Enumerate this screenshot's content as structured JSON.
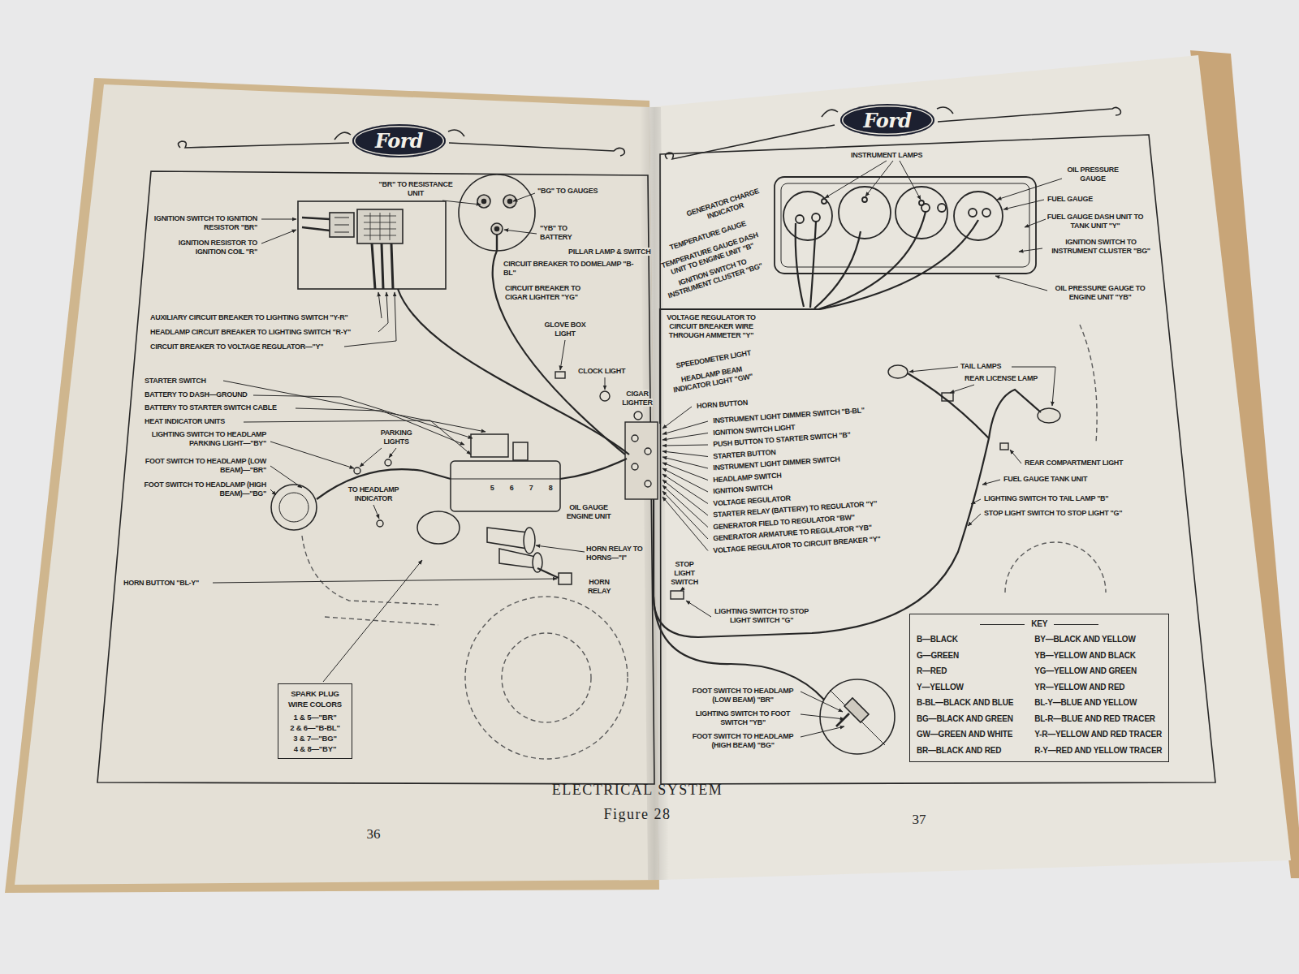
{
  "diagram": {
    "caption": "ELECTRICAL SYSTEM Figure 28",
    "nodes": [
      {
        "text": [
          "Ford"
        ]
      },
      {
        "text": [
          "SPARK PLUG WIRE COLORS",
          "1 & 5—\"BR\"",
          "2 & 6—\"B-BL\"",
          "3 & 7—\"BG\"",
          "4 & 8—\"BY\""
        ]
      },
      {
        "text": [
          "Ford"
        ]
      },
      {
        "text": [
          "KEY",
          "B—BLACK",
          "BY—BLACK AND YELLOW",
          "G—GREEN",
          "YB—YELLOW AND BLACK",
          "R—RED",
          "YG—YELLOW AND GREEN",
          "Y—YELLOW",
          "YR—YELLOW AND RED",
          "B-BL—BLACK AND BLUE",
          "BL-Y—BLUE AND YELLOW",
          "BG—BLACK AND GREEN",
          "BL-R—BLUE AND RED TRACER",
          "GW—GREEN AND WHITE",
          "Y-R—YELLOW AND RED TRACER",
          "BR—BLACK AND RED",
          "R-Y—RED AND YELLOW TRACER"
        ]
      }
    ],
    "labels": [
      "\"BR\" TO RESISTANCE UNIT",
      "\"BG\" TO GAUGES",
      "\"YB\" TO BATTERY",
      "IGNITION SWITCH TO IGNITION RESISTOR \"BR\"",
      "IGNITION RESISTOR TO IGNITION COIL \"R\"",
      "AUXILIARY CIRCUIT BREAKER TO LIGHTING SWITCH \"Y-R\"",
      "HEADLAMP CIRCUIT BREAKER TO LIGHTING SWITCH \"R-Y\"",
      "CIRCUIT BREAKER TO VOLTAGE REGULATOR—\"Y\"",
      "PILLAR LAMP & SWITCH",
      "CIRCUIT BREAKER TO DOMELAMP \"B-BL\"",
      "CIRCUIT BREAKER TO CIGAR LIGHTER \"YG\"",
      "GLOVE BOX LIGHT",
      "CLOCK LIGHT",
      "CIGAR LIGHTER",
      "STARTER SWITCH",
      "BATTERY TO DASH—GROUND",
      "BATTERY TO STARTER SWITCH CABLE",
      "HEAT INDICATOR UNITS",
      "LIGHTING SWITCH TO HEADLAMP PARKING LIGHT—\"BY\"",
      "FOOT SWITCH TO HEADLAMP (LOW BEAM)—\"BR\"",
      "FOOT SWITCH TO HEADLAMP (HIGH BEAM)—\"BG\"",
      "PARKING LIGHTS",
      "TO HEADLAMP INDICATOR",
      "OIL GAUGE ENGINE UNIT",
      "HORN RELAY TO HORNS—\"I\"",
      "HORN RELAY",
      "HORN BUTTON \"BL-Y\"",
      "5",
      "6",
      "7",
      "8",
      "36",
      "37",
      "INSTRUMENT LAMPS",
      "OIL PRESSURE GAUGE",
      "FUEL GAUGE",
      "FUEL GAUGE DASH UNIT TO TANK UNIT \"Y\"",
      "IGNITION SWITCH TO INSTRUMENT CLUSTER \"BG\"",
      "OIL PRESSURE GAUGE TO ENGINE UNIT \"YB\"",
      "GENERATOR CHARGE INDICATOR",
      "TEMPERATURE GAUGE",
      "TEMPERATURE GAUGE DASH UNIT TO ENGINE UNIT \"B\"",
      "IGNITION SWITCH TO INSTRUMENT CLUSTER \"BG\"",
      "VOLTAGE REGULATOR TO CIRCUIT BREAKER WIRE THROUGH AMMETER \"Y\"",
      "SPEEDOMETER LIGHT",
      "HEADLAMP BEAM INDICATOR LIGHT \"GW\"",
      "HORN BUTTON",
      "INSTRUMENT LIGHT DIMMER SWITCH \"B-BL\"",
      "IGNITION SWITCH LIGHT",
      "PUSH BUTTON TO STARTER SWITCH \"B\"",
      "STARTER BUTTON",
      "INSTRUMENT LIGHT DIMMER SWITCH",
      "HEADLAMP SWITCH",
      "IGNITION SWITCH",
      "VOLTAGE REGULATOR",
      "STARTER RELAY (BATTERY) TO REGULATOR \"Y\"",
      "GENERATOR FIELD TO REGULATOR \"BW\"",
      "GENERATOR ARMATURE TO REGULATOR \"YB\"",
      "VOLTAGE REGULATOR TO CIRCUIT BREAKER \"Y\"",
      "TAIL LAMPS",
      "REAR LICENSE LAMP",
      "REAR COMPARTMENT LIGHT",
      "FUEL GAUGE TANK UNIT",
      "LIGHTING SWITCH TO TAIL LAMP \"B\"",
      "STOP LIGHT SWITCH TO STOP LIGHT \"G\"",
      "STOP LIGHT SWITCH",
      "LIGHTING SWITCH TO STOP LIGHT SWITCH \"G\"",
      "FOOT SWITCH TO HEADLAMP (LOW BEAM) \"BR\"",
      "LIGHTING SWITCH TO FOOT SWITCH \"YB\"",
      "FOOT SWITCH TO HEADLAMP (HIGH BEAM) \"BG\""
    ]
  }
}
